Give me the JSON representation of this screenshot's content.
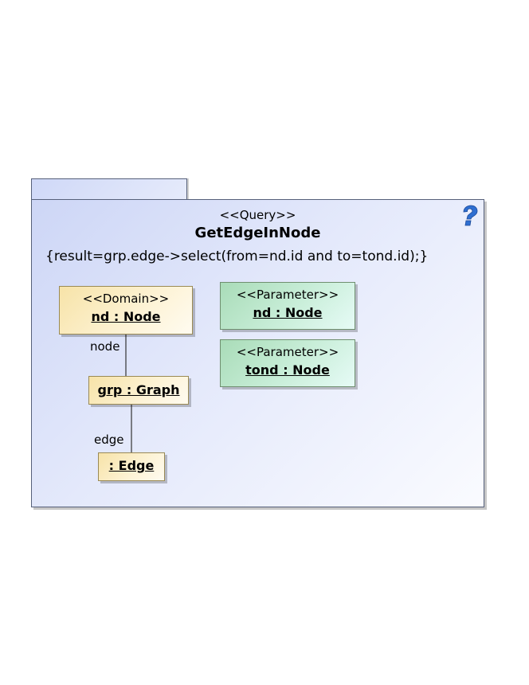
{
  "query": {
    "stereotype": "<<Query>>",
    "name": "GetEdgeInNode",
    "constraint": "{result=grp.edge->select(from=nd.id and to=tond.id);}"
  },
  "help_icon": "question-mark-icon",
  "nodes": {
    "domain_nd": {
      "stereotype": "<<Domain>>",
      "name": "nd : Node"
    },
    "grp": {
      "name": "grp : Graph"
    },
    "edge": {
      "name": ": Edge"
    },
    "param_nd": {
      "stereotype": "<<Parameter>>",
      "name": "nd : Node"
    },
    "param_tond": {
      "stereotype": "<<Parameter>>",
      "name": "tond : Node"
    }
  },
  "links": {
    "node_label": "node",
    "edge_label": "edge"
  },
  "colors": {
    "package_fill": "#dbe2f9",
    "domain_fill": "#fbecc0",
    "parameter_fill": "#bfe8cc",
    "help_icon": "#2f6fd1"
  }
}
